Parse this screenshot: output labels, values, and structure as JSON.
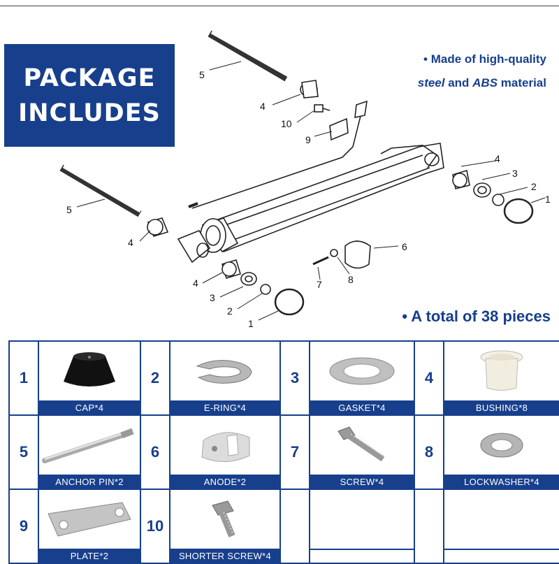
{
  "header": {
    "line1": "PACKAGE",
    "line2": "INCLUDES"
  },
  "features": {
    "line1": "• Made of high-quality",
    "line2_a": "steel",
    "line2_b": " and ",
    "line2_c": "ABS",
    "line2_d": " material",
    "total": "• A total of 38 pieces"
  },
  "diagram_callouts": [
    "5",
    "4",
    "10",
    "9",
    "5",
    "4",
    "4",
    "3",
    "2",
    "1",
    "4",
    "3",
    "2",
    "1",
    "6",
    "7",
    "8"
  ],
  "parts": [
    {
      "num": "1",
      "label": "CAP*4"
    },
    {
      "num": "2",
      "label": "E-RING*4"
    },
    {
      "num": "3",
      "label": "GASKET*4"
    },
    {
      "num": "4",
      "label": "BUSHING*8"
    },
    {
      "num": "5",
      "label": "ANCHOR PIN*2"
    },
    {
      "num": "6",
      "label": "ANODE*2"
    },
    {
      "num": "7",
      "label": "SCREW*4"
    },
    {
      "num": "8",
      "label": "LOCKWASHER*4"
    },
    {
      "num": "9",
      "label": "PLATE*2"
    },
    {
      "num": "10",
      "label": "SHORTER SCREW*4"
    }
  ],
  "colors": {
    "brand": "#173f8c",
    "background": "#ffffff"
  }
}
